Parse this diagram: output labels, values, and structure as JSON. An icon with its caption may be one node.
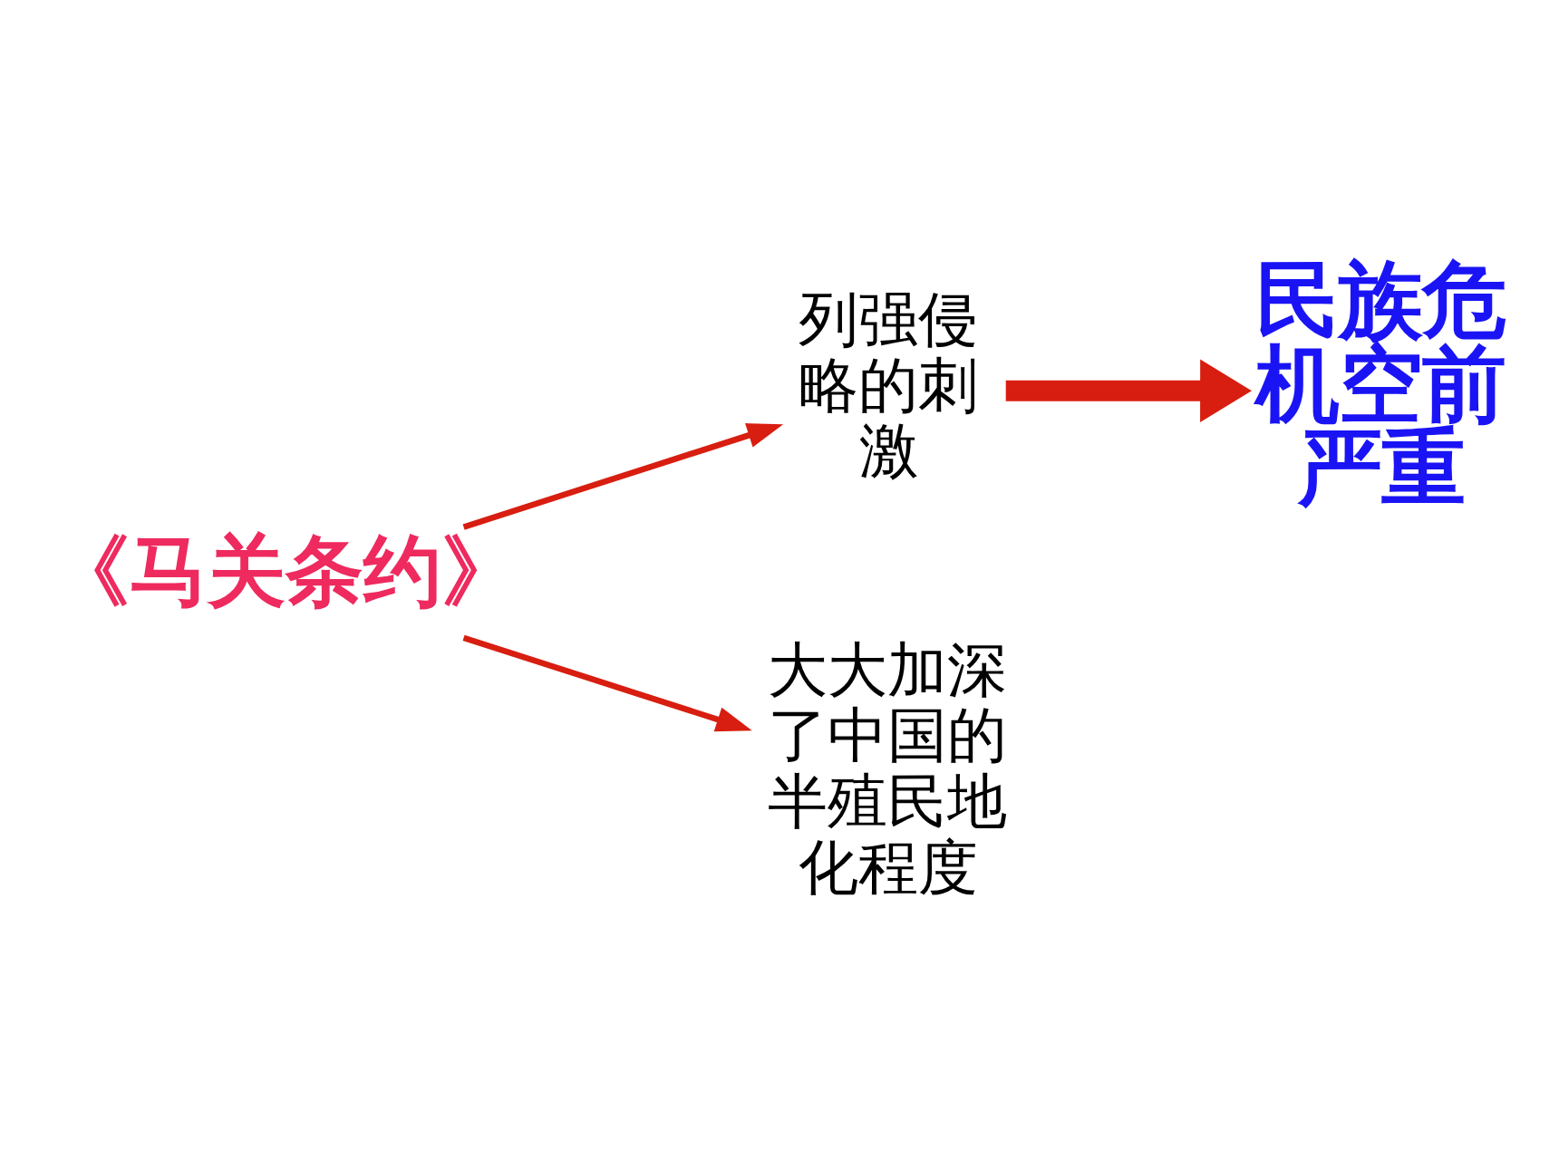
{
  "diagram": {
    "nodes": [
      {
        "text": [
          "《马关条约》"
        ]
      },
      {
        "text": [
          "列强侵略的刺激"
        ]
      },
      {
        "text": [
          "大大加深了中国的半殖民地化程度"
        ]
      },
      {
        "text": [
          "民族危机空前严重"
        ]
      }
    ],
    "edges": [
      {
        "from": 0,
        "to": 1,
        "arrow": "to"
      },
      {
        "from": 0,
        "to": 2,
        "arrow": "to"
      },
      {
        "from": 1,
        "to": 3,
        "arrow": "to",
        "style": "thick"
      }
    ]
  }
}
